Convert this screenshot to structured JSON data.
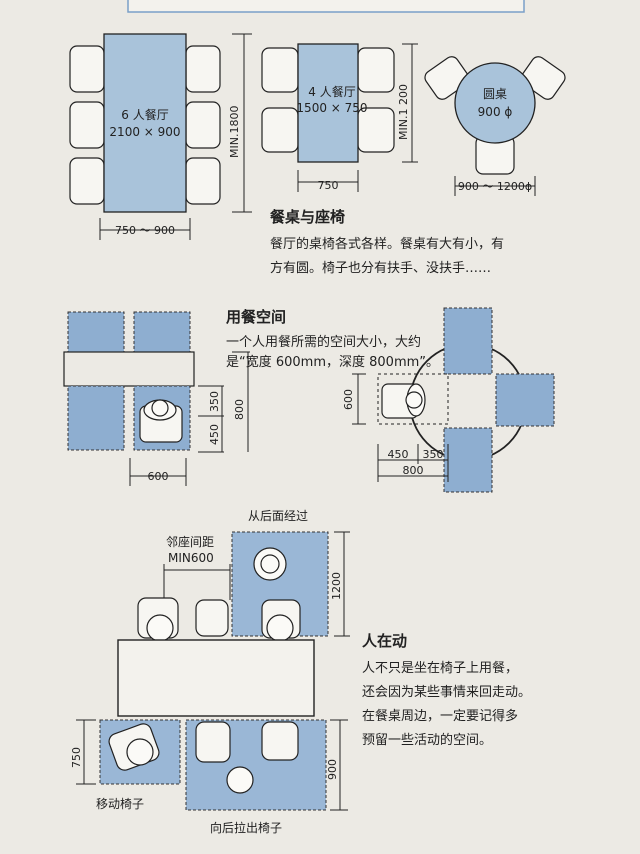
{
  "section1": {
    "table6_label": "6 人餐厅",
    "table6_size": "2100 × 900",
    "table6_height": "MIN.1800",
    "table6_width": "750 ～ 900",
    "table4_label": "4 人餐厅",
    "table4_size": "1500 × 750",
    "table4_height": "MIN.1 200",
    "table4_width": "750",
    "round_label": "圆桌",
    "round_size": "900 ϕ",
    "round_width": "900 ～ 1200ϕ",
    "heading": "餐桌与座椅",
    "text_line1": "餐厅的桌椅各式各样。餐桌有大有小，有",
    "text_line2": "方有圆。椅子也分有扶手、没扶手……"
  },
  "section2": {
    "heading": "用餐空间",
    "text_line1": "一个人用餐所需的空间大小，大约",
    "text_line2": "是“宽度 600mm，深度 800mm”。",
    "dim_350": "350",
    "dim_450": "450",
    "dim_800": "800",
    "dim_600": "600"
  },
  "section3": {
    "label_behind": "从后面经过",
    "label_spacing": "邻座间距",
    "label_min600": "MIN600",
    "dim_1200": "1200",
    "dim_750": "750",
    "dim_900": "900",
    "label_move_chair": "移动椅子",
    "label_pull_chair": "向后拉出椅子",
    "heading": "人在动",
    "text_line1": "人不只是坐在椅子上用餐，",
    "text_line2": "还会因为某些事情来回走动。",
    "text_line3": "在餐桌周边，一定要记得多",
    "text_line4": "预留一些活动的空间。"
  }
}
